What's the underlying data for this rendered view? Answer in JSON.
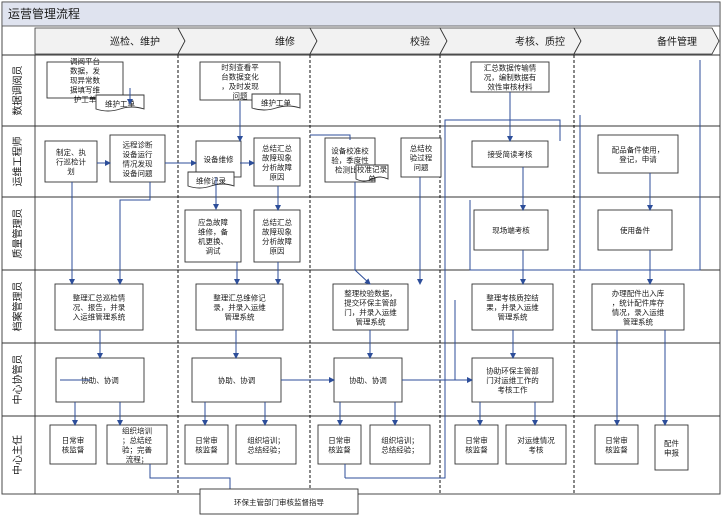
{
  "title": "运营管理流程",
  "phases": [
    "巡检、维护",
    "维修",
    "校验",
    "考核、质控",
    "备件管理"
  ],
  "roles": [
    "数据调阅员",
    "运维工程师",
    "质量管理员",
    "档案管理员",
    "中心协管员",
    "中心主任"
  ],
  "boxes": {
    "p1_data_view": "调阅平台数据，发现异常数据填写维护工单",
    "p1_doc_order": "维护工单",
    "p1_plan": "制定、执行巡检计划",
    "p1_remote_diag": "远程诊断设备运行情况发现设备问题",
    "p1_archive": "整理汇总巡检情况、报告，并录入运维管理系统",
    "p1_coord": "协助、协调",
    "p1_daily": "日常审核监督",
    "p1_training": "组织培训；总结经验；完善流程；",
    "p2_realtime": "时刻查看平台数据变化，及时发现问题",
    "p2_doc_order": "维护工单",
    "p2_repair": "设备维修",
    "p2_doc_record": "维修记录",
    "p2_summary_eng": "总结汇总故障现象分析故障原因",
    "p2_emergency": "应急故障维修，备机更换、调试",
    "p2_summary_qa": "总结汇总故障现象分析故障原因",
    "p2_archive": "整理汇总维修记录，并录入运维管理系统",
    "p2_coord": "协助、协调",
    "p2_daily": "日常审核监督",
    "p2_training": "组织培训；总结经验；",
    "p3_calib": "设备校准校验，季度性检测比对",
    "p3_doc_calib": "校准记录单",
    "p3_summary": "总结校验过程问题",
    "p3_archive": "整理校验数据，提交环保主管部门，并录入运维管理系统",
    "p3_coord": "协助、协调",
    "p3_daily": "日常审核监督",
    "p3_training": "组织培训；总结经验；",
    "p4_collect": "汇总数据传输情况，编制数据有效性审核材料",
    "p4_eval_accept": "接受简读考核",
    "p4_site_eval": "现场端考核",
    "p4_archive": "整理考核质控结果，并录入运维管理系统",
    "p4_coord": "协助环保主管部门对运维工作的考核工作",
    "p4_daily": "日常审核监督",
    "p4_situation": "对运维情况考核",
    "p5_parts_reg": "配品备件使用，登记，申请",
    "p5_use": "使用备件",
    "p5_stock": "办理配件出入库，统计配件库存情况，录入运维管理系统",
    "p5_daily": "日常审核监督",
    "p5_request": "配件申报"
  },
  "footer": "环保主管部门审核监督指导"
}
